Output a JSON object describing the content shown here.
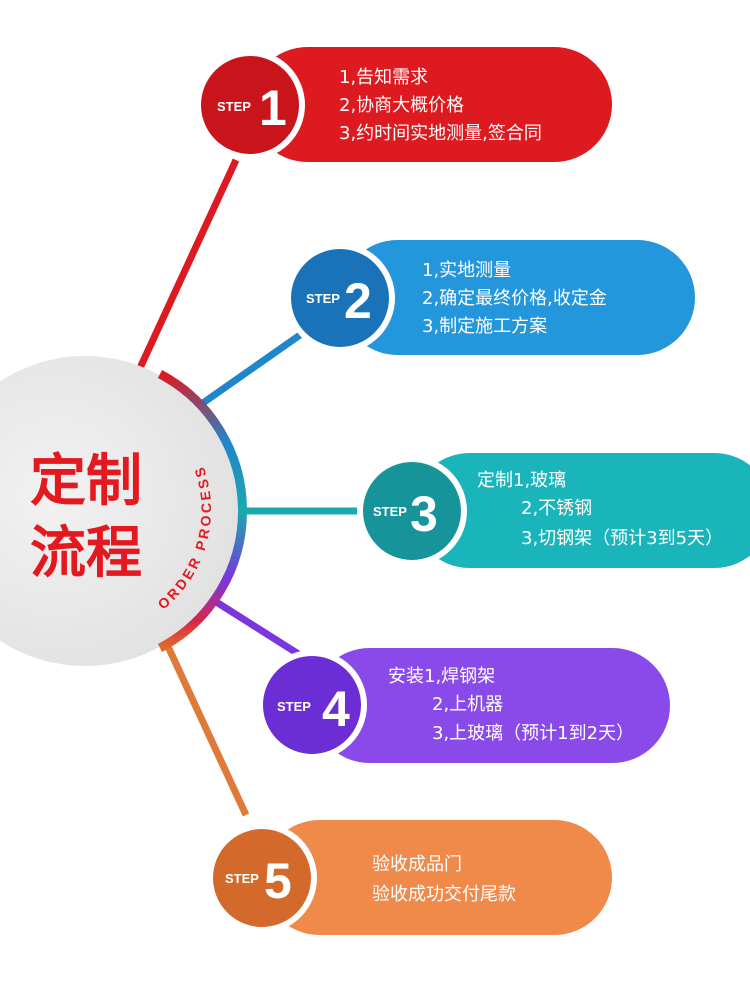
{
  "center": {
    "title_line1": "定制",
    "title_line2": "流程",
    "arc_text": "ORDER PROCESS"
  },
  "colors": {
    "step1": "#dd1a20",
    "step2": "#2496dc",
    "step3": "#1ab5bb",
    "step4": "#8a4aea",
    "step5": "#f08a4b",
    "title": "#e3191f"
  },
  "steps": [
    {
      "label": "STEP",
      "number": "1",
      "lines": [
        "1,告知需求",
        "2,协商大概价格",
        "3,约时间实地测量,签合同"
      ]
    },
    {
      "label": "STEP",
      "number": "2",
      "lines": [
        "1,实地测量",
        "2,确定最终价格,收定金",
        "3,制定施工方案"
      ]
    },
    {
      "label": "STEP",
      "number": "3",
      "lines": [
        "定制1,玻璃",
        "2,不锈钢",
        "3,切钢架（预计3到5天）"
      ]
    },
    {
      "label": "STEP",
      "number": "4",
      "lines": [
        "安装1,焊钢架",
        "2,上机器",
        "3,上玻璃（预计1到2天）"
      ]
    },
    {
      "label": "STEP",
      "number": "5",
      "lines": [
        "验收成品门",
        "验收成功交付尾款"
      ]
    }
  ]
}
